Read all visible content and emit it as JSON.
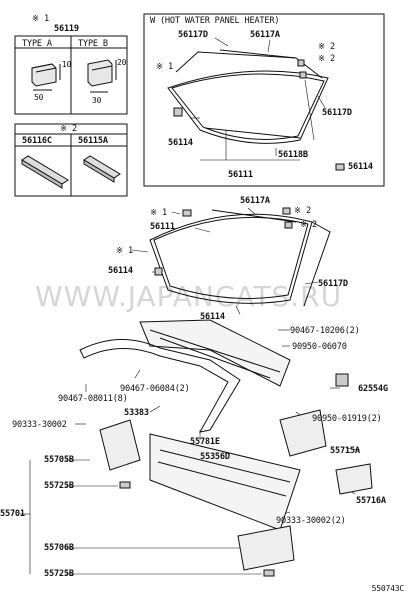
{
  "watermark": "WWW.JAPANCATS.RU",
  "diagram_code": "550743C",
  "box_top_left": {
    "note_mark": "※ 1",
    "part": "56119",
    "type_a": "TYPE  A",
    "type_b": "TYPE  B",
    "dims": {
      "a_height": "10",
      "a_width": "50",
      "b_height": "20",
      "b_width": "30"
    }
  },
  "box_mid_left": {
    "note_mark": "※ 2",
    "part_c": "56116C",
    "part_a": "56115A"
  },
  "box_heater": {
    "title": "W (HOT WATER PANEL HEATER)",
    "labels": {
      "p56117D_top": "56117D",
      "p56117A": "56117A",
      "mark2_a": "※ 2",
      "mark2_b": "※ 2",
      "mark1": "※ 1",
      "p56117D_right": "56117D",
      "p56114_left": "56114",
      "p56118B": "56118B",
      "p56111": "56111",
      "p56114_right": "56114"
    }
  },
  "main_labels": {
    "p56117A": "56117A",
    "mark1_top": "※ 1",
    "mark2_a": "※ 2",
    "p56111": "56111",
    "mark2_b": "※ 2",
    "mark1_left": "※ 1",
    "p56114_a": "56114",
    "p56117D": "56117D",
    "p56114_b": "56114",
    "p90467_10206": "90467-10206(2)",
    "p90950_06070": "90950-06070",
    "p90467_06084": "90467-06084(2)",
    "p90467_08011": "90467-08011(8)",
    "p62554G": "62554G",
    "p53383": "53383",
    "p90950_01919": "90950-01919(2)",
    "p90333_30002_left": "90333-30002",
    "p55781E": "55781E",
    "p55715A": "55715A",
    "p55356D": "55356D",
    "p55705B": "55705B",
    "p55716A": "55716A",
    "p55725B_a": "55725B",
    "p55701": "55701",
    "p90333_30002_right": "90333-30002(2)",
    "p55706B": "55706B",
    "p55725B_b": "55725B"
  }
}
